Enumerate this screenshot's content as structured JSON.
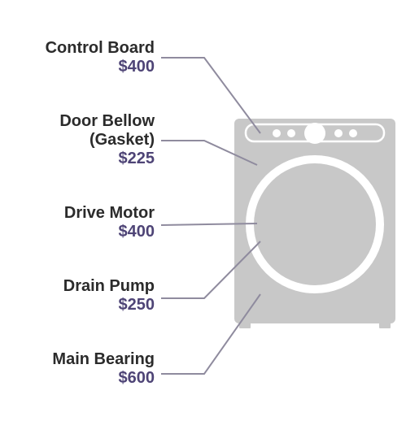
{
  "colors": {
    "name_text": "#2b2b2b",
    "price_text": "#4e4476",
    "leader_line": "#8f8b9e",
    "machine_body": "#c8c8c8",
    "machine_light": "#ffffff"
  },
  "parts": [
    {
      "name_lines": [
        "Control Board"
      ],
      "price": "$400"
    },
    {
      "name_lines": [
        "Door Bellow",
        "(Gasket)"
      ],
      "price": "$225"
    },
    {
      "name_lines": [
        "Drive Motor"
      ],
      "price": "$400"
    },
    {
      "name_lines": [
        "Drain Pump"
      ],
      "price": "$250"
    },
    {
      "name_lines": [
        "Main Bearing"
      ],
      "price": "$600"
    }
  ]
}
